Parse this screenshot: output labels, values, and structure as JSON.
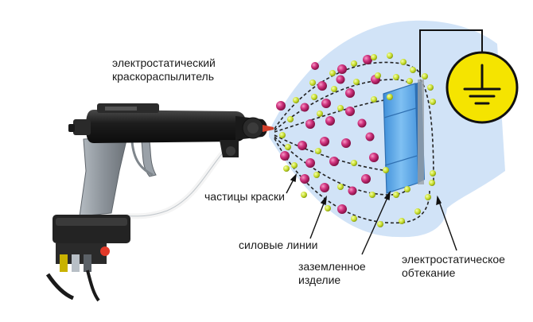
{
  "labels": {
    "sprayer": [
      "электростатический",
      "краскораспылитель"
    ],
    "particles": "частицы краски",
    "field_lines": "силовые линии",
    "grounded": [
      "заземленное",
      "изделие"
    ],
    "wrap": [
      "электростатическое",
      "обтекание"
    ]
  },
  "icons": {
    "ground": "ground-symbol-icon"
  },
  "colors": {
    "cloud": "#c9def6",
    "particle_paint": "#c2185b",
    "particle_charge": "#c6dc2a",
    "workpiece": "#5aa7e8",
    "ground_badge": "#f5e400",
    "gun_body": "#222222",
    "gun_grip": "#8c939a"
  }
}
